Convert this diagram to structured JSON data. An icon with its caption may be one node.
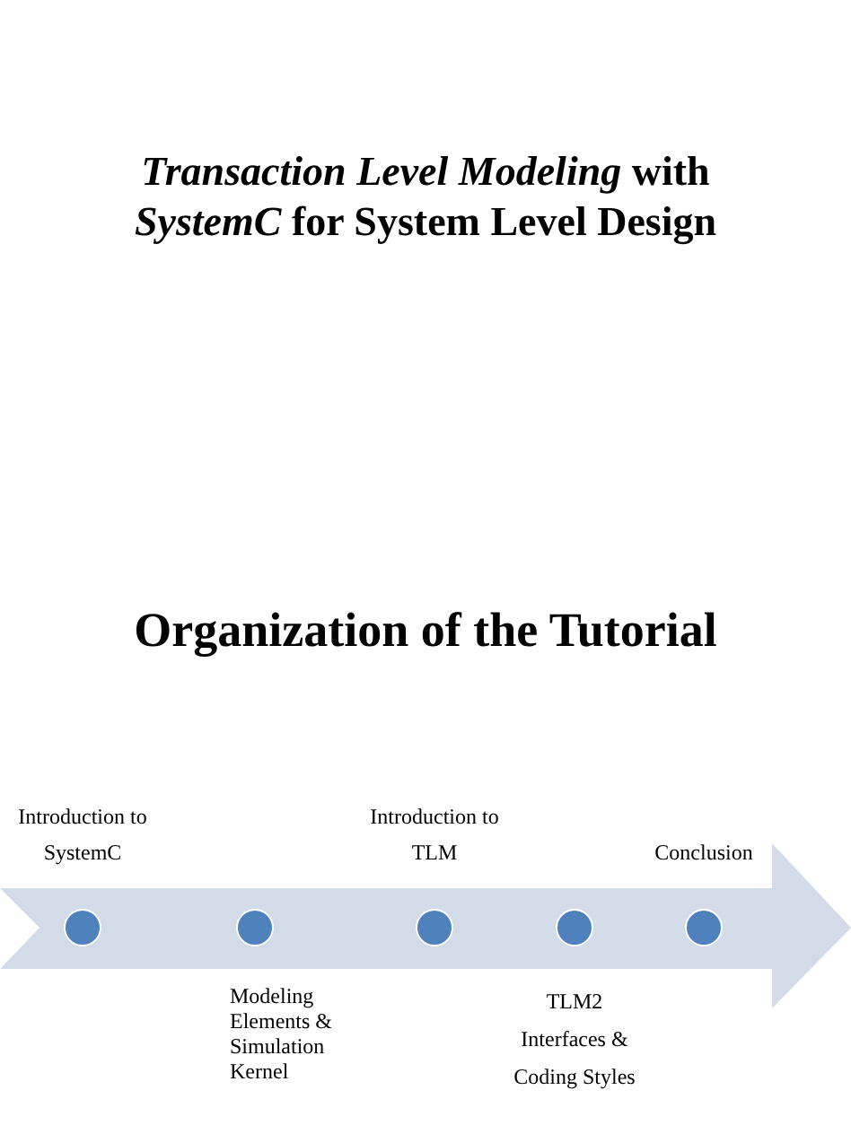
{
  "diagram": {
    "title": "*Transaction Level Modeling* with *SystemC* for System Level Design",
    "nodes": [
      {
        "text": [],
        "shape": "circle",
        "beside": [
          "Introduction to SystemC"
        ]
      },
      {
        "text": [],
        "shape": "circle",
        "beside": [
          "Modeling Elements & Simulation Kernel"
        ]
      },
      {
        "text": [],
        "shape": "circle",
        "beside": [
          "Introduction to TLM"
        ]
      },
      {
        "text": [],
        "shape": "circle",
        "beside": [
          "TLM2 Interfaces & Coding Styles"
        ]
      },
      {
        "text": [],
        "shape": "circle",
        "beside": [
          "Conclusion"
        ]
      }
    ],
    "labels": [
      "Organization of the Tutorial"
    ]
  }
}
